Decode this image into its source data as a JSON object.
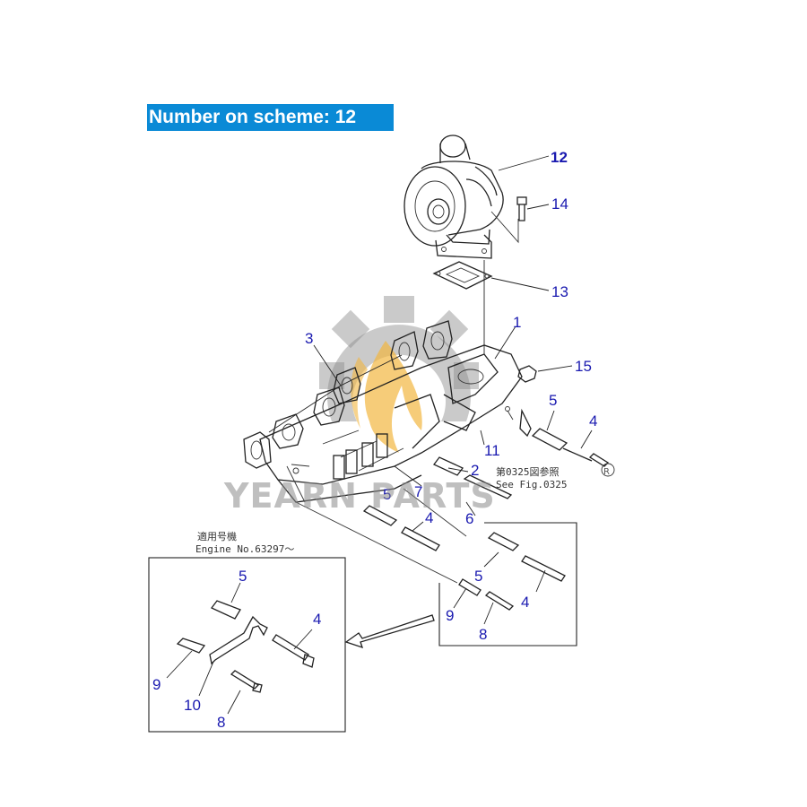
{
  "banner": {
    "text": "Number on scheme: 12"
  },
  "callouts": {
    "c12": "12",
    "c14": "14",
    "c13": "13",
    "c1": "1",
    "c3": "3",
    "c15": "15",
    "c5a": "5",
    "c4a": "4",
    "c11": "11",
    "c2": "2",
    "c5b": "5",
    "c7": "7",
    "c6": "6",
    "c4b": "4",
    "c5c": "5",
    "c9a": "9",
    "c4c": "4",
    "c8a": "8",
    "c5d": "5",
    "c4d": "4",
    "c9b": "9",
    "c10": "10",
    "c8b": "8"
  },
  "notes": {
    "see_fig_jp": "第0325図参照",
    "see_fig_en": "See Fig.0325",
    "engine_jp": "適用号機",
    "engine_en": "Engine No.63297〜"
  },
  "watermark": {
    "text": "YEARN PARTS",
    "registered": "R"
  },
  "colors": {
    "banner_bg": "#0a8ad6",
    "banner_text": "#ffffff",
    "callout": "#1a1ab0",
    "line": "#222222",
    "watermark_gray": "#8a8a8a",
    "watermark_yellow": "#f2b640"
  }
}
